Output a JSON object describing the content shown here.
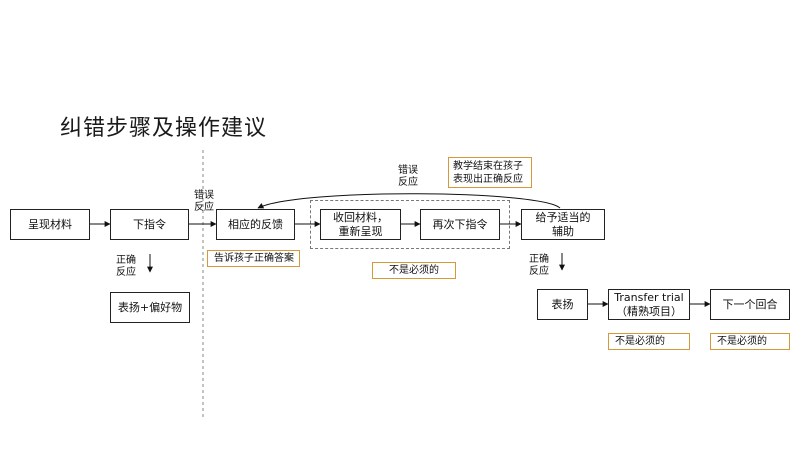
{
  "title": "纠错步骤及操作建议",
  "boxes": {
    "present_material": "呈现材料",
    "instruct": "下指令",
    "praise": "表扬+偏好物",
    "corresponding_feedback": "相应的反馈",
    "retrieve_material": "收回材料，重新呈现",
    "reinstruct": "再次下指令",
    "assist": "给予适当的辅助",
    "praise2": "表扬",
    "transfer_trial": "Transfer trial（精熟项目）",
    "next_round": "下一个回合"
  },
  "labels": {
    "correct_response_left": "正确反应",
    "error_response_mid": "错误反应",
    "error_response_top": "错误反应",
    "correct_response_right": "正确反应"
  },
  "notes": {
    "tell_answer": "告诉孩子正确答案",
    "not_required_1": "不是必须的",
    "teaching_end": "教学结束在孩子表现出正确反应",
    "not_required_2": "不是必须的",
    "not_required_3": "不是必须的"
  },
  "colors": {
    "note_border": "#d49a3a",
    "box_border": "#222222",
    "dashed": "#777777"
  }
}
